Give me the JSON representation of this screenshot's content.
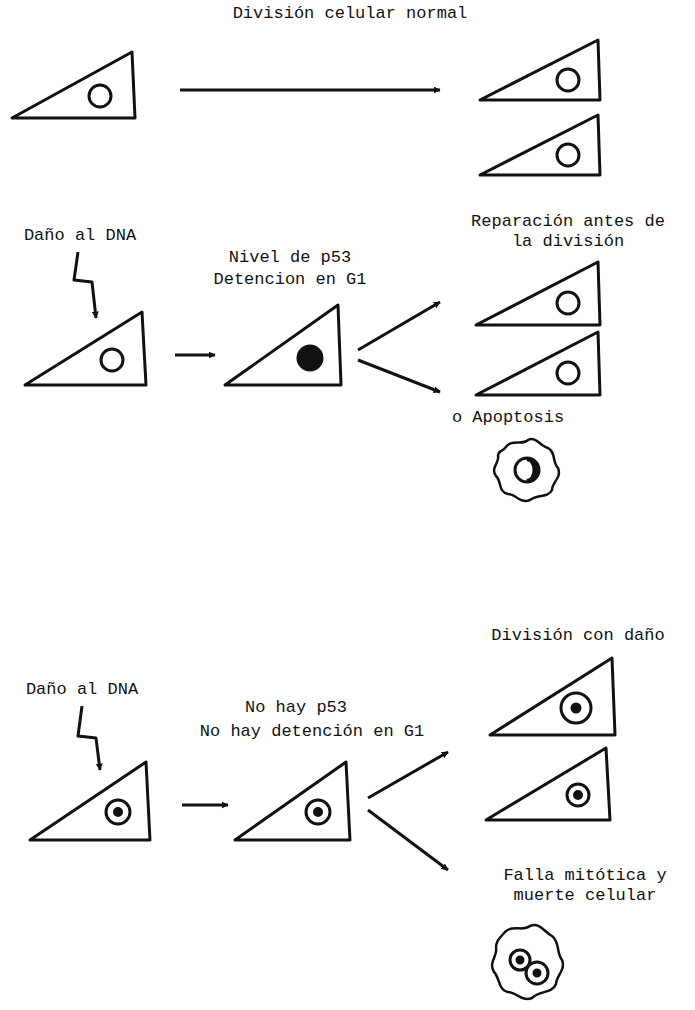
{
  "diagram": {
    "labels": [
      "División celular normal",
      "Daño al DNA",
      "Nivel de p53",
      "Detencion en G1",
      "Reparación antes de la división",
      "o Apoptosis",
      "Daño al DNA",
      "No hay p53",
      "No hay detención en G1",
      "División con daño",
      "Falla mitótica y muerte celular"
    ]
  }
}
